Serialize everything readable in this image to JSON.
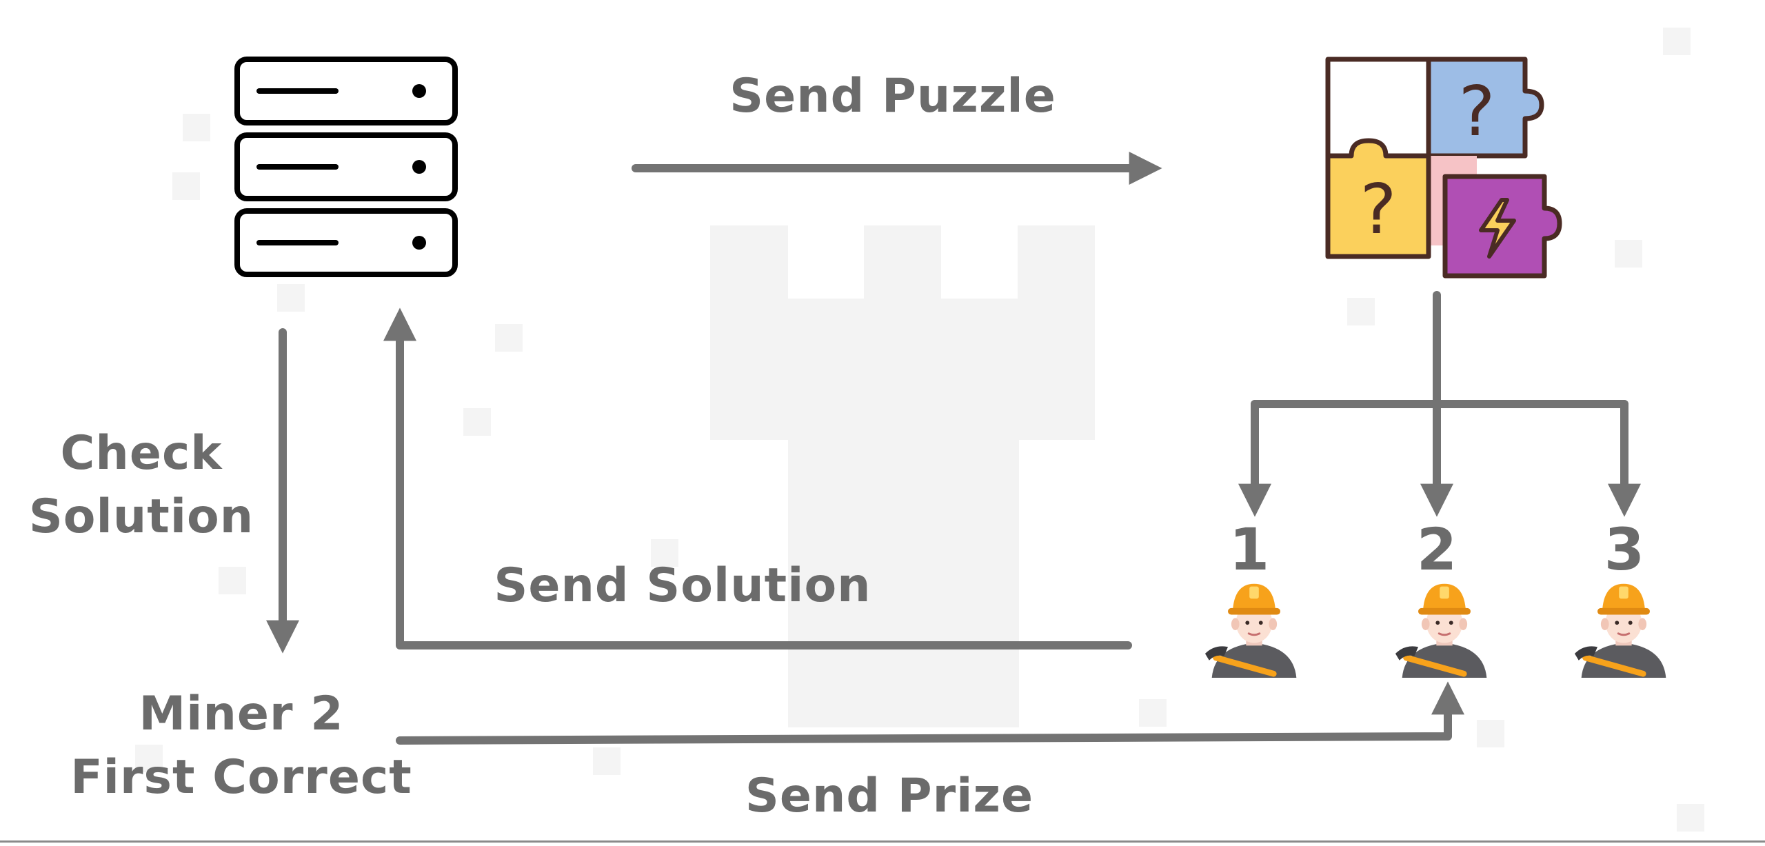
{
  "labels": {
    "send_puzzle": "Send Puzzle",
    "check_solution_line1": "Check",
    "check_solution_line2": "Solution",
    "send_solution": "Send Solution",
    "winner_line1": "Miner 2",
    "winner_line2": "First Correct",
    "send_prize": "Send Prize"
  },
  "miners": [
    {
      "number": "1"
    },
    {
      "number": "2"
    },
    {
      "number": "3"
    }
  ],
  "icons": {
    "server": "server-icon",
    "puzzle": "puzzle-icon",
    "miner": "miner-icon"
  },
  "colors": {
    "arrow": "#737373",
    "text": "#6b6b6b",
    "puzzle_blue": "#9dbde6",
    "puzzle_yellow": "#fbd05c",
    "puzzle_purple": "#b04fb4",
    "puzzle_pink": "#f6c3c6",
    "helmet": "#f7a21b",
    "outline": "#4a2b24"
  }
}
